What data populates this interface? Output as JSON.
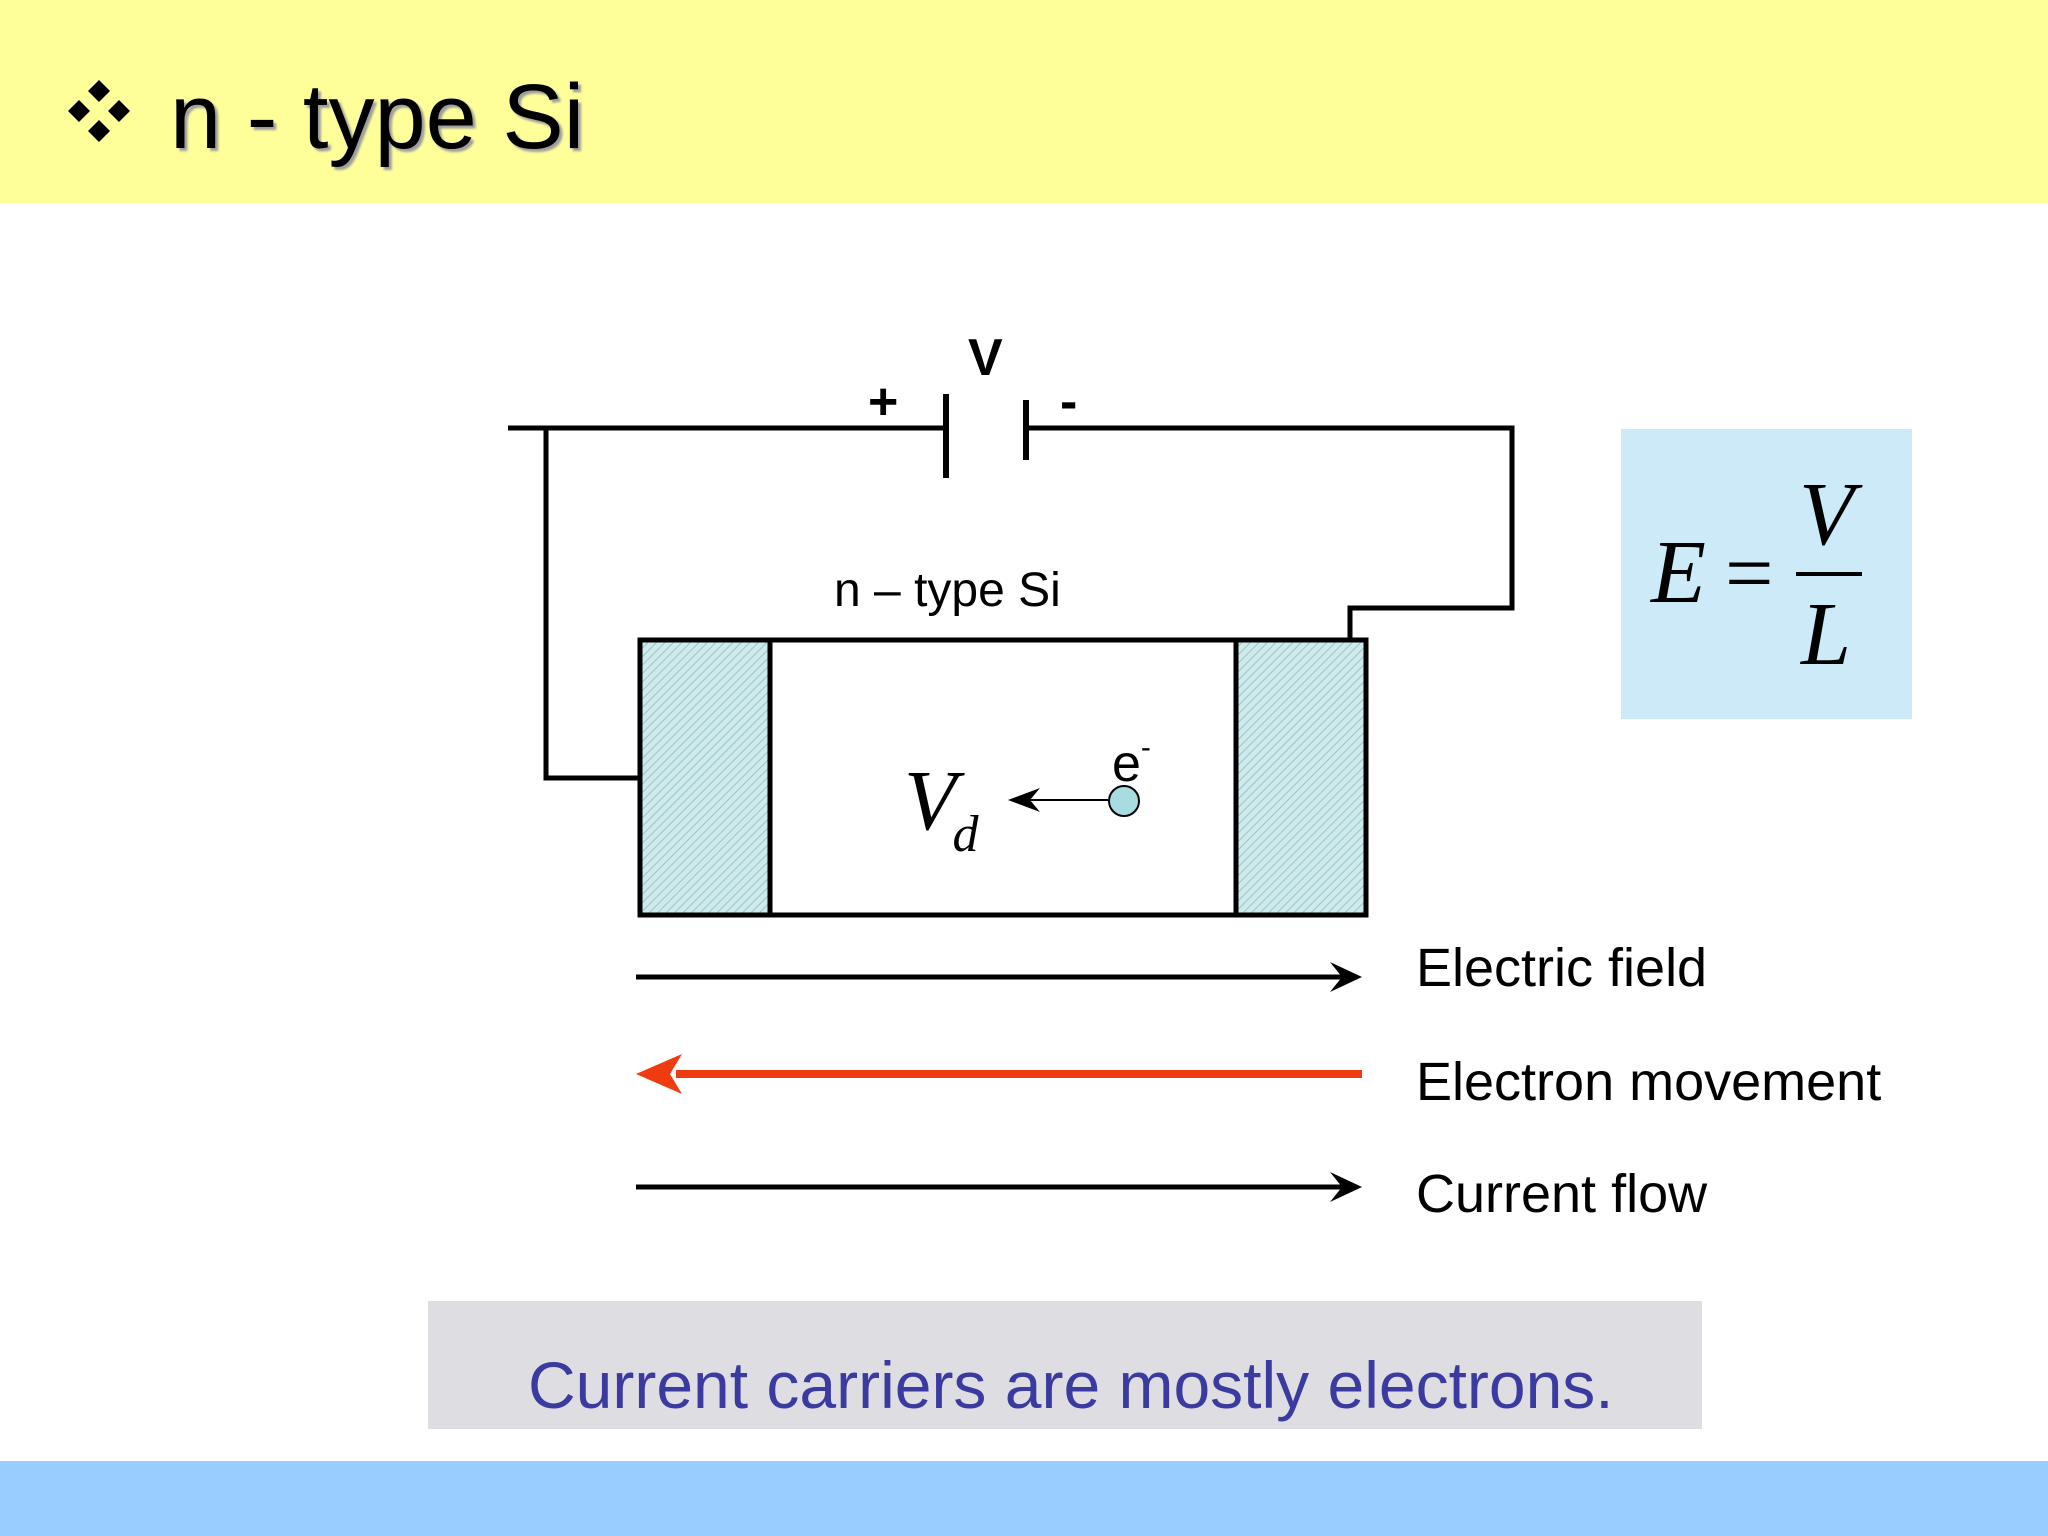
{
  "title": "n - type Si",
  "bullet_icon": "four-diamond-bullet",
  "diagram": {
    "voltage_label": "V",
    "positive_terminal": "+",
    "negative_terminal": "-",
    "material_label": "n – type Si",
    "drift_velocity_symbol": "V",
    "drift_velocity_subscript": "d",
    "carrier_symbol": "e",
    "carrier_superscript": "-",
    "legend": {
      "electric_field": "Electric field",
      "electron_movement": "Electron movement",
      "current_flow": "Current flow"
    }
  },
  "formula": {
    "lhs": "E",
    "equals": "=",
    "numerator": "V",
    "denominator": "L"
  },
  "conclusion": "Current carriers are mostly electrons.",
  "colors": {
    "header_bg": "#ffff99",
    "footer_bg": "#99ccff",
    "formula_box_bg": "#cdeaf9",
    "conclusion_bg": "#dddde2",
    "conclusion_text": "#3a3aa0",
    "electron_arrow": "#f03a10",
    "contact_fill": "#cfeaea",
    "electron_fill": "#a8dce0"
  }
}
